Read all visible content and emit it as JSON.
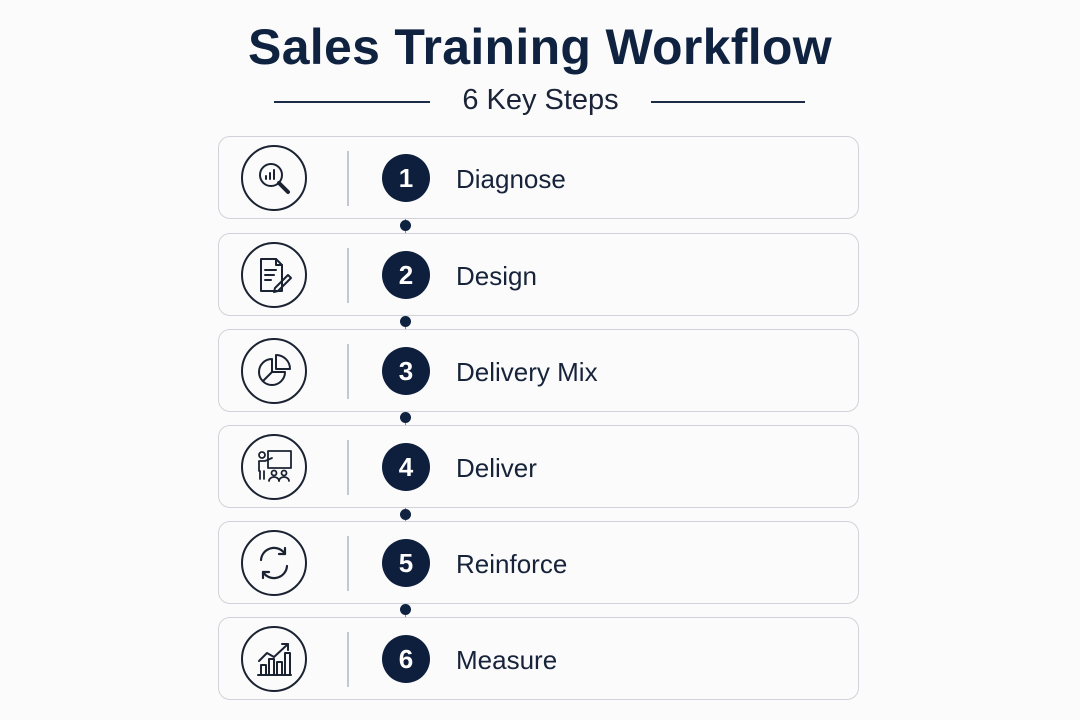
{
  "title": "Sales Training Workflow",
  "subtitle": "6 Key Steps",
  "steps": [
    {
      "number": "1",
      "label": "Diagnose",
      "icon": "magnifier-chart-icon"
    },
    {
      "number": "2",
      "label": "Design",
      "icon": "document-pencil-icon"
    },
    {
      "number": "3",
      "label": "Delivery Mix",
      "icon": "pie-chart-icon"
    },
    {
      "number": "4",
      "label": "Deliver",
      "icon": "presenter-audience-icon"
    },
    {
      "number": "5",
      "label": "Reinforce",
      "icon": "refresh-cycle-icon"
    },
    {
      "number": "6",
      "label": "Measure",
      "icon": "growth-chart-icon"
    }
  ],
  "colors": {
    "accent": "#0d1f3d",
    "card_border": "#cfd3d9",
    "background": "#fbfbfb"
  }
}
